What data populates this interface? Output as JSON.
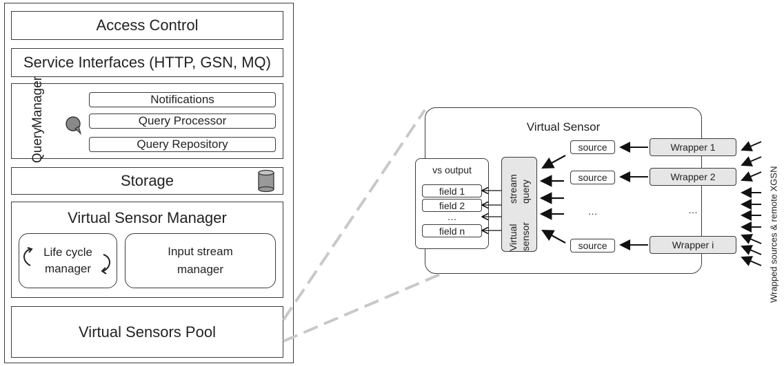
{
  "stack": {
    "access_control": "Access Control",
    "service_interfaces": "Service Interfaces (HTTP, GSN, MQ)",
    "query_manager": {
      "label_line1": "Query",
      "label_line2": "Manager",
      "items": [
        "Notifications",
        "Query Processor",
        "Query Repository"
      ]
    },
    "storage": "Storage",
    "vsm": {
      "title": "Virtual Sensor Manager",
      "lifecycle_line1": "Life cycle",
      "lifecycle_line2": "manager",
      "input_line1": "Input stream",
      "input_line2": "manager"
    },
    "pool": "Virtual Sensors Pool"
  },
  "detail": {
    "title": "Virtual Sensor",
    "vs_output": {
      "title": "vs output",
      "fields": [
        "field 1",
        "field 2",
        "field n"
      ],
      "dots": "…"
    },
    "query_line1": "Virtual sensor",
    "query_line2": "stream query",
    "sources": [
      "source",
      "source",
      "source"
    ],
    "wrappers": [
      "Wrapper 1",
      "Wrapper 2",
      "Wrapper i"
    ],
    "dots_source": "…",
    "dots_wrapper": "…"
  },
  "side_label": "Wrapped sources & remote XGSN"
}
